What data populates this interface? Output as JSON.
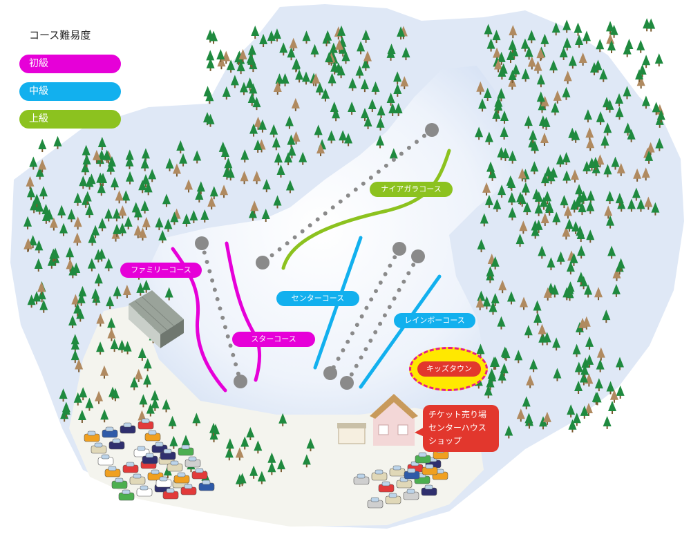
{
  "legend": {
    "title": "コース難易度",
    "items": [
      {
        "label": "初級",
        "color": "#e600d8"
      },
      {
        "label": "中級",
        "color": "#12b0ee"
      },
      {
        "label": "上級",
        "color": "#8cc21f"
      }
    ]
  },
  "courses": {
    "family": {
      "label": "ファミリーコース",
      "level": "初級"
    },
    "star": {
      "label": "スターコース",
      "level": "初級"
    },
    "center": {
      "label": "センターコース",
      "level": "中級"
    },
    "rainbow": {
      "label": "レインボーコース",
      "level": "中級"
    },
    "niagara": {
      "label": "ナイアガラコース",
      "level": "上級"
    }
  },
  "kids_town": {
    "label": "キッズタウン"
  },
  "center_house": {
    "lines": [
      "チケット売り場",
      "センターハウス",
      "ショップ"
    ]
  },
  "colors": {
    "beginner": "#e600d8",
    "intermediate": "#12b0ee",
    "advanced": "#8cc21f",
    "snow": "#dfe8f6",
    "forest": "#1f8a3f",
    "lift": "#8a8a8a",
    "label_red": "#e2372d",
    "kids_fill": "#ffe800",
    "kids_border": "#e61e82"
  }
}
